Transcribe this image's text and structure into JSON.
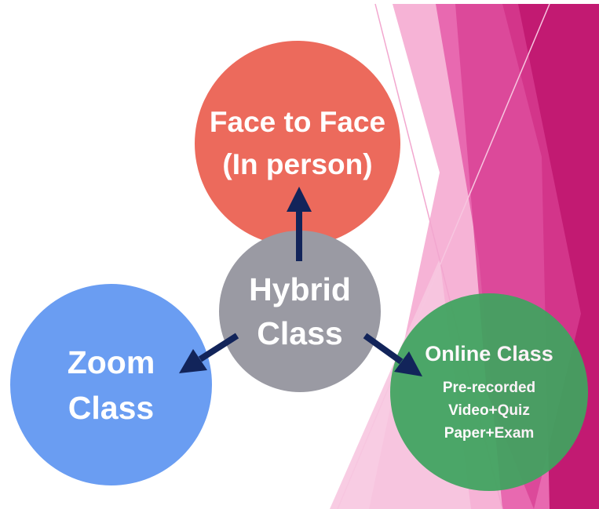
{
  "colors": {
    "face": "#ec6a5c",
    "hybrid": "#9a9aa3",
    "zoom": "#6a9df2",
    "online": "#3fa45f",
    "arrow": "#12245a",
    "pink_dark": "#c21a72",
    "pink_mid": "#e65ca8",
    "pink_light": "#f49acb"
  },
  "nodes": {
    "face": {
      "line1": "Face to Face",
      "line2": "(In person)"
    },
    "hybrid": {
      "line1": "Hybrid",
      "line2": "Class"
    },
    "zoom": {
      "line1": "Zoom",
      "line2": "Class"
    },
    "online": {
      "title": "Online Class",
      "line1": "Pre-recorded",
      "line2": "Video+Quiz",
      "line3": "Paper+Exam"
    }
  },
  "edges": [
    {
      "from": "Hybrid Class",
      "to": "Face to Face (In person)"
    },
    {
      "from": "Hybrid Class",
      "to": "Zoom Class"
    },
    {
      "from": "Hybrid Class",
      "to": "Online Class"
    }
  ]
}
